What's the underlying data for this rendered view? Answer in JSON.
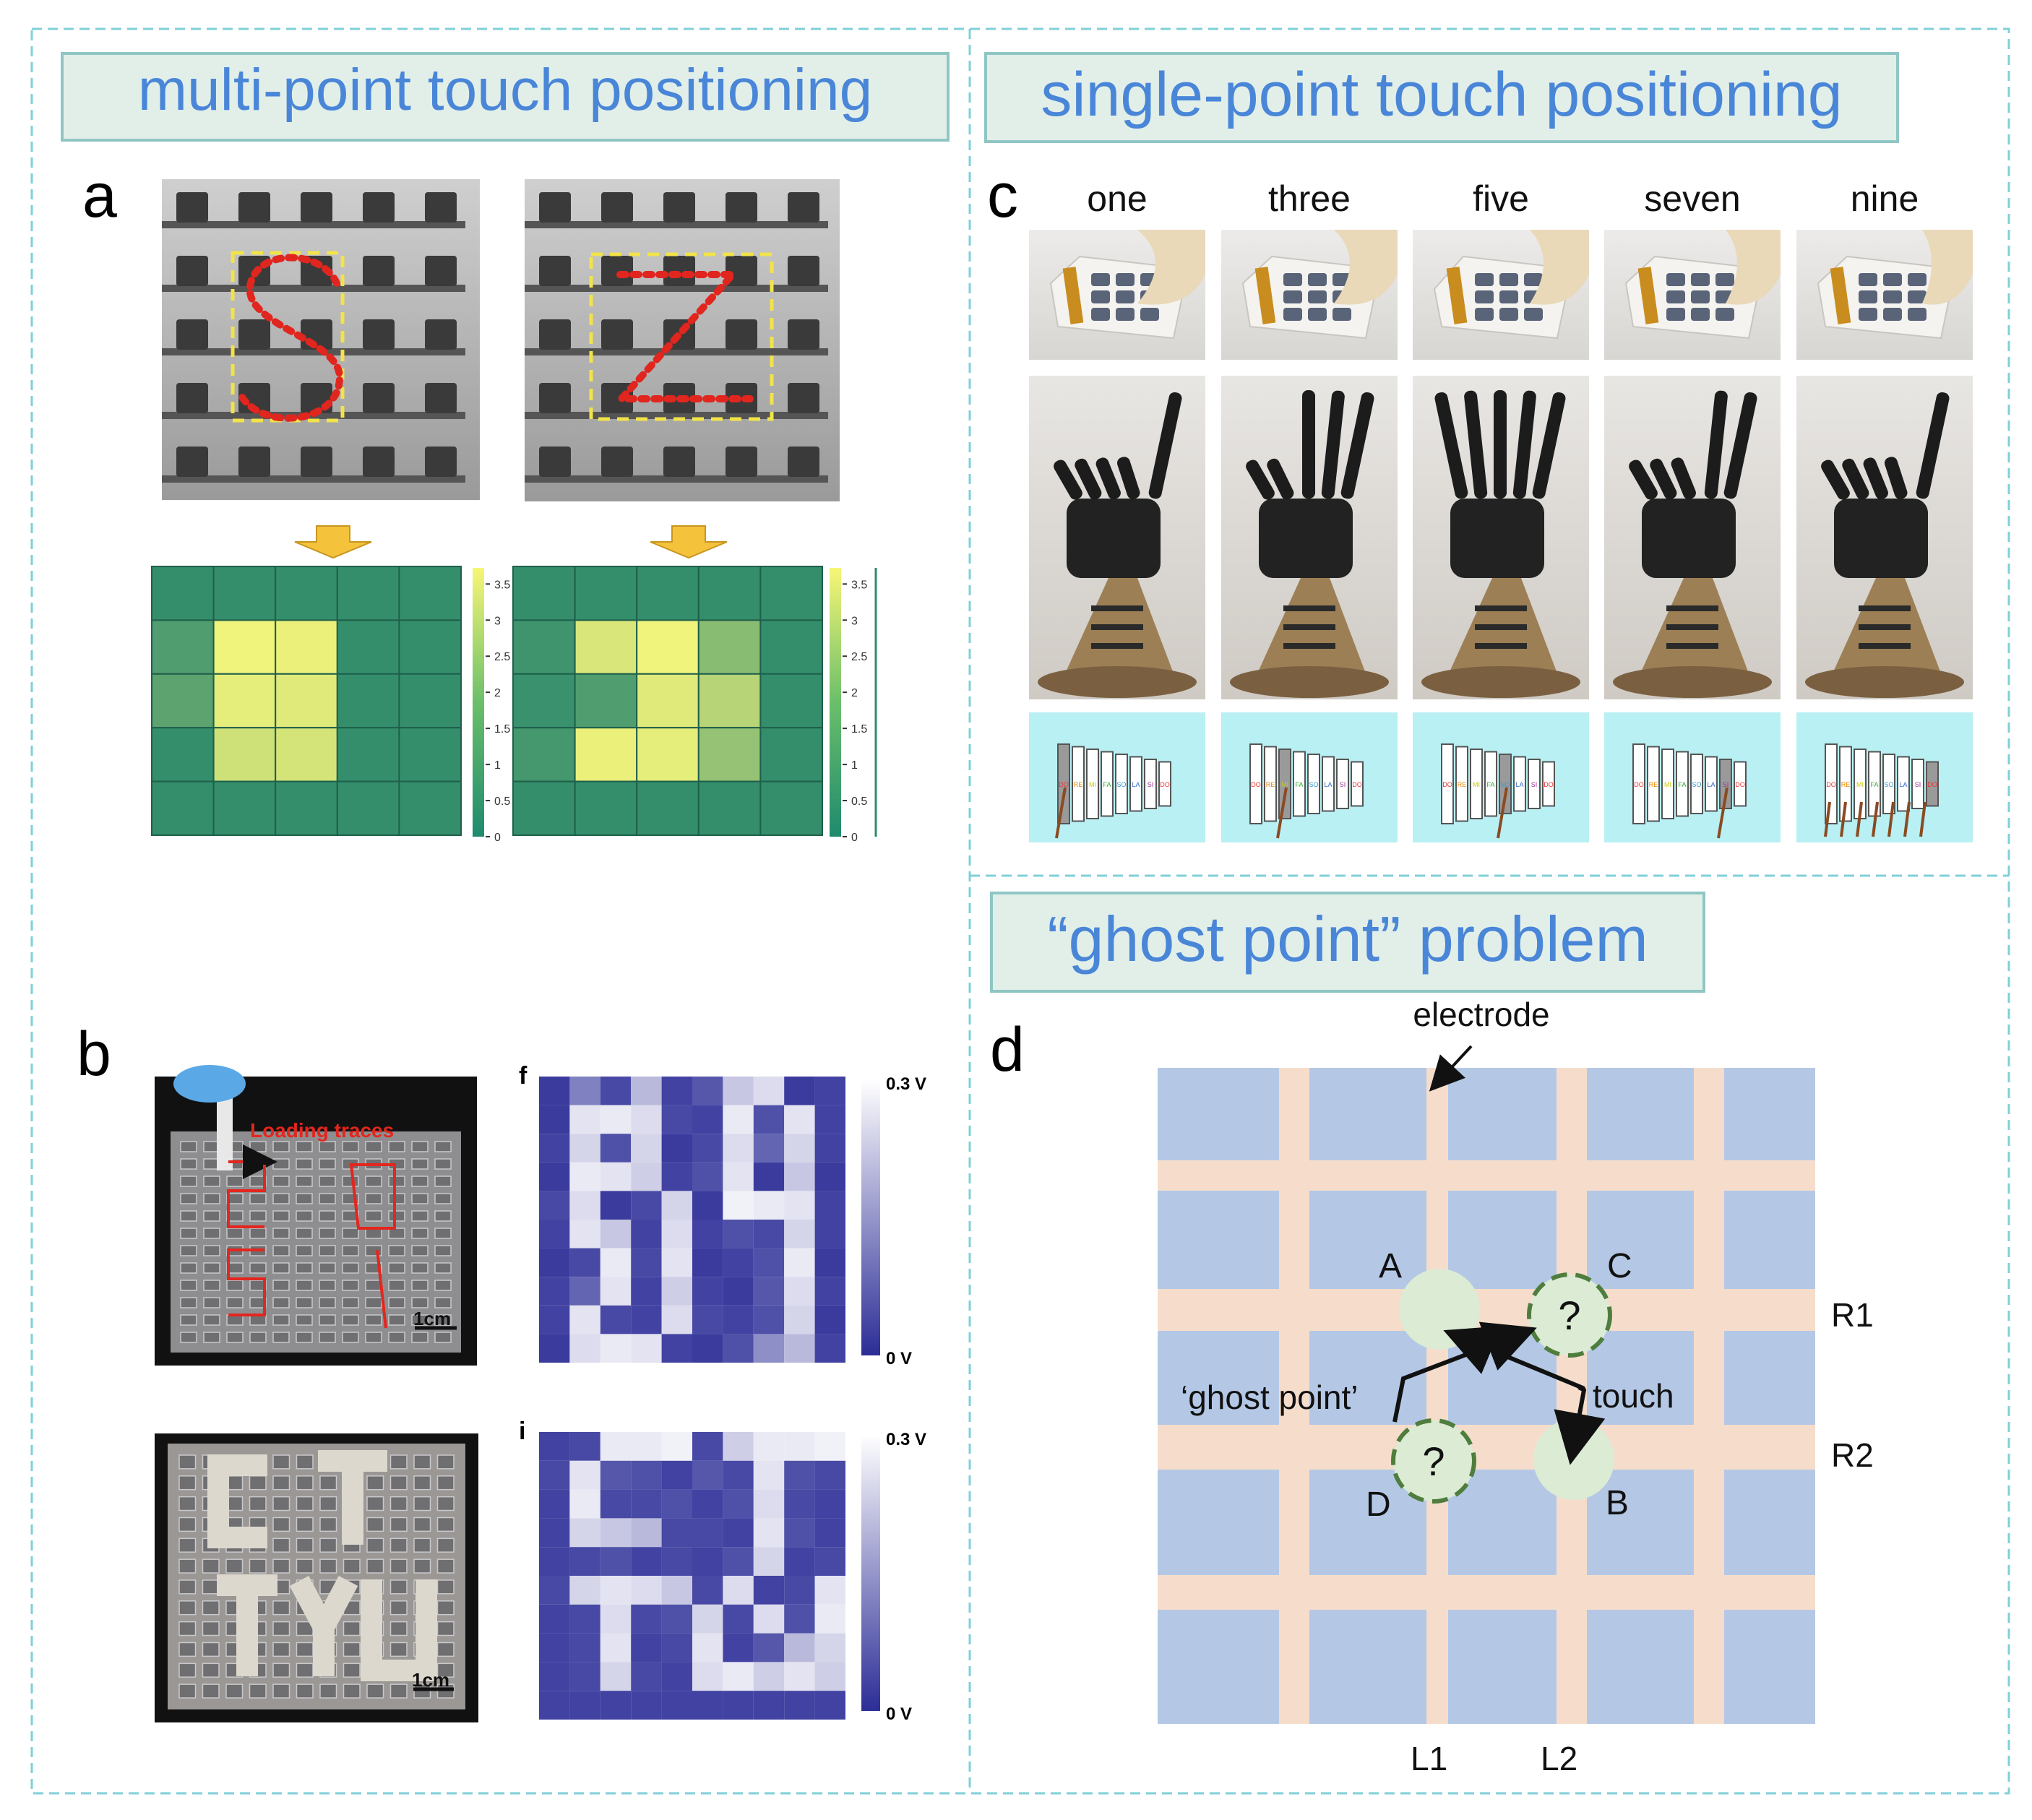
{
  "colors": {
    "accent_blue": "#4a86d8",
    "title_box_fill": "#e2efe9",
    "title_box_stroke": "#8fc6c4",
    "dashed_border": "#7fd0d8",
    "electrode": "#f6ddcb",
    "pad": "#b4c8e6",
    "touch_circle": "#dbebd4",
    "ghost_stroke": "#4e7d3d",
    "heat_low": "#2e8b6c",
    "heat_high": "#f6f67c",
    "heat2_low": "#2c2d96",
    "heat2_high": "#ffffff",
    "xylophone_bg": "#b8f0f4"
  },
  "sections": {
    "multi_title": "multi-point touch positioning",
    "single_title": "single-point touch positioning",
    "ghost_title": "“ghost point” problem"
  },
  "panels": {
    "a": "a",
    "b": "b",
    "c": "c",
    "d": "d"
  },
  "panel_a": {
    "photos": [
      {
        "letter": "S",
        "icon": "sensor-array-s-photo"
      },
      {
        "letter": "Z",
        "icon": "sensor-array-z-photo"
      }
    ],
    "arrow_icon": "down-arrow-icon",
    "colorbar_ticks": [
      "0",
      "0.5",
      "1",
      "1.5",
      "2",
      "2.5",
      "3",
      "3.5"
    ],
    "heatmap_s": [
      [
        0.1,
        0.1,
        0.1,
        0.1,
        0.1
      ],
      [
        0.6,
        3.4,
        3.3,
        0.1,
        0.1
      ],
      [
        0.8,
        3.2,
        3.1,
        0.1,
        0.1
      ],
      [
        0.1,
        2.8,
        2.9,
        0.1,
        0.1
      ],
      [
        0.1,
        0.1,
        0.1,
        0.1,
        0.1
      ]
    ],
    "heatmap_z": [
      [
        0.1,
        0.1,
        0.1,
        0.1,
        0.1
      ],
      [
        0.3,
        3.0,
        3.4,
        1.6,
        0.1
      ],
      [
        0.2,
        0.6,
        3.1,
        2.4,
        0.1
      ],
      [
        0.4,
        3.3,
        3.2,
        1.8,
        0.1
      ],
      [
        0.1,
        0.1,
        0.1,
        0.1,
        0.1
      ]
    ]
  },
  "panel_b": {
    "loading_label": "Loading traces",
    "scale_label": "1cm",
    "sub_f": "f",
    "sub_i": "i",
    "cbar_max": "0.3 V",
    "cbar_min": "0 V",
    "photo_top_icon": "loading-traces-photo",
    "photo_bottom_icon": "ctyu-letters-photo",
    "heatmap_f": [
      [
        0.02,
        0.12,
        0.04,
        0.2,
        0.03,
        0.06,
        0.22,
        0.25,
        0.02,
        0.03
      ],
      [
        0.02,
        0.26,
        0.27,
        0.25,
        0.04,
        0.03,
        0.27,
        0.05,
        0.26,
        0.03
      ],
      [
        0.03,
        0.24,
        0.05,
        0.24,
        0.02,
        0.04,
        0.25,
        0.08,
        0.24,
        0.03
      ],
      [
        0.02,
        0.27,
        0.26,
        0.23,
        0.03,
        0.05,
        0.26,
        0.02,
        0.22,
        0.02
      ],
      [
        0.04,
        0.25,
        0.02,
        0.04,
        0.24,
        0.02,
        0.28,
        0.27,
        0.26,
        0.03
      ],
      [
        0.03,
        0.26,
        0.22,
        0.03,
        0.25,
        0.03,
        0.05,
        0.04,
        0.24,
        0.03
      ],
      [
        0.02,
        0.04,
        0.27,
        0.04,
        0.26,
        0.02,
        0.03,
        0.05,
        0.27,
        0.02
      ],
      [
        0.03,
        0.08,
        0.26,
        0.03,
        0.23,
        0.03,
        0.02,
        0.06,
        0.25,
        0.03
      ],
      [
        0.03,
        0.26,
        0.04,
        0.03,
        0.25,
        0.04,
        0.03,
        0.05,
        0.24,
        0.02
      ],
      [
        0.02,
        0.25,
        0.27,
        0.26,
        0.03,
        0.02,
        0.05,
        0.14,
        0.2,
        0.03
      ]
    ],
    "heatmap_i": [
      [
        0.03,
        0.04,
        0.27,
        0.27,
        0.28,
        0.04,
        0.23,
        0.27,
        0.27,
        0.28
      ],
      [
        0.04,
        0.26,
        0.06,
        0.05,
        0.03,
        0.06,
        0.04,
        0.26,
        0.05,
        0.04
      ],
      [
        0.03,
        0.27,
        0.04,
        0.04,
        0.05,
        0.03,
        0.05,
        0.25,
        0.04,
        0.03
      ],
      [
        0.03,
        0.24,
        0.22,
        0.2,
        0.04,
        0.04,
        0.03,
        0.26,
        0.05,
        0.03
      ],
      [
        0.03,
        0.04,
        0.05,
        0.03,
        0.04,
        0.03,
        0.05,
        0.24,
        0.03,
        0.04
      ],
      [
        0.04,
        0.24,
        0.26,
        0.25,
        0.22,
        0.04,
        0.25,
        0.03,
        0.04,
        0.26
      ],
      [
        0.03,
        0.04,
        0.25,
        0.04,
        0.05,
        0.24,
        0.04,
        0.25,
        0.05,
        0.27
      ],
      [
        0.03,
        0.04,
        0.26,
        0.03,
        0.04,
        0.26,
        0.03,
        0.06,
        0.2,
        0.24
      ],
      [
        0.03,
        0.04,
        0.24,
        0.04,
        0.03,
        0.25,
        0.27,
        0.23,
        0.26,
        0.23
      ],
      [
        0.03,
        0.03,
        0.03,
        0.03,
        0.03,
        0.03,
        0.03,
        0.03,
        0.03,
        0.03
      ]
    ]
  },
  "panel_c": {
    "gestures": [
      "one",
      "three",
      "five",
      "seven",
      "nine"
    ],
    "touch_photo_icon": "finger-touch-sensor-photo",
    "hand_photo_icon": "robotic-hand-photo",
    "xylophone_icon": "xylophone-icon",
    "fingers_up": [
      1,
      3,
      5,
      2,
      1
    ],
    "highlight_bar": [
      0,
      2,
      4,
      6,
      7
    ],
    "note_labels": [
      "DO",
      "RE",
      "MI",
      "FA",
      "SO",
      "LA",
      "SI",
      "DO"
    ]
  },
  "panel_d": {
    "electrode_label": "electrode",
    "point_a": "A",
    "point_b": "B",
    "point_c": "C",
    "point_d": "D",
    "ghost_label": "‘ghost point’",
    "touch_label": "touch",
    "question": "?",
    "row1": "R1",
    "row2": "R2",
    "col1": "L1",
    "col2": "L2"
  }
}
